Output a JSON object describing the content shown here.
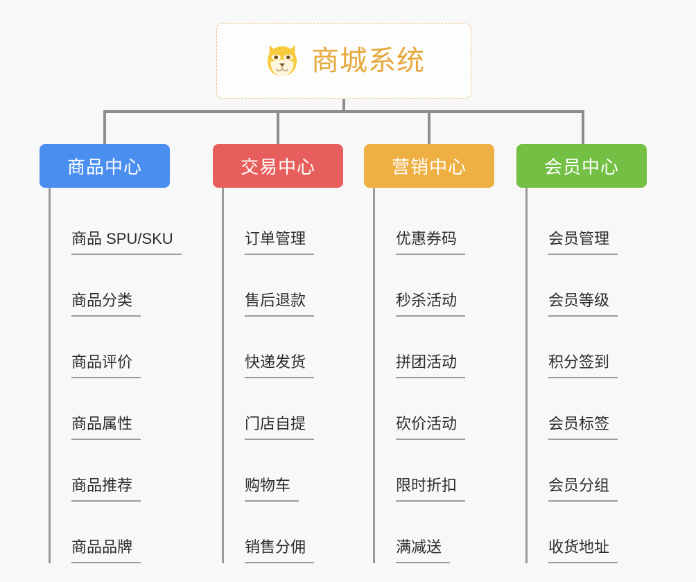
{
  "diagram": {
    "type": "org-tree",
    "background_color": "#f8f8f8",
    "root": {
      "icon": "shiba-dog-face-icon",
      "title": "商城系统",
      "title_color": "#e5a93e",
      "border_color": "#e8c07a",
      "border_style": "dashed"
    },
    "connector_color": "#8d8d8d",
    "categories": [
      {
        "label": "商品中心",
        "color": "#4a8ef0",
        "items": [
          "商品 SPU/SKU",
          "商品分类",
          "商品评价",
          "商品属性",
          "商品推荐",
          "商品品牌"
        ]
      },
      {
        "label": "交易中心",
        "color": "#e75f5c",
        "items": [
          "订单管理",
          "售后退款",
          "快递发货",
          "门店自提",
          "购物车",
          "销售分佣"
        ]
      },
      {
        "label": "营销中心",
        "color": "#eeaf43",
        "items": [
          "优惠券码",
          "秒杀活动",
          "拼团活动",
          "砍价活动",
          "限时折扣",
          "满减送"
        ]
      },
      {
        "label": "会员中心",
        "color": "#74c044",
        "items": [
          "会员管理",
          "会员等级",
          "积分签到",
          "会员标签",
          "会员分组",
          "收货地址"
        ]
      }
    ]
  }
}
